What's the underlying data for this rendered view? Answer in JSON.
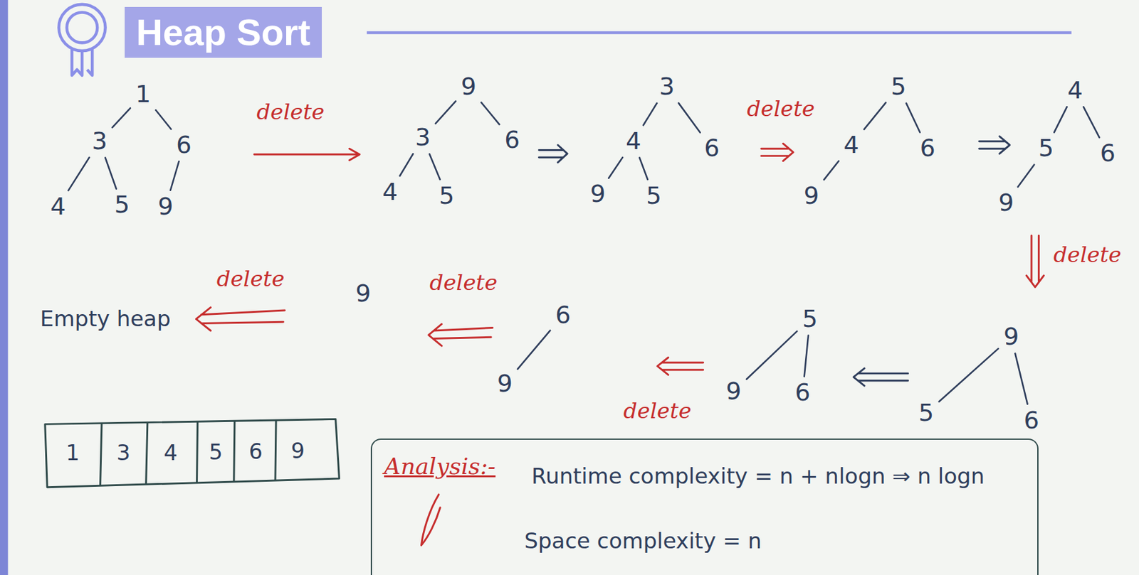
{
  "diagram": {
    "title": "Heap Sort",
    "nodes": [
      {
        "text": [
          "1"
        ]
      },
      {
        "text": [
          "3"
        ]
      },
      {
        "text": [
          "6"
        ]
      },
      {
        "text": [
          "4"
        ]
      },
      {
        "text": [
          "5"
        ]
      },
      {
        "text": [
          "9"
        ]
      },
      {
        "text": [
          "9"
        ]
      },
      {
        "text": [
          "3"
        ]
      },
      {
        "text": [
          "6"
        ]
      },
      {
        "text": [
          "4"
        ]
      },
      {
        "text": [
          "5"
        ]
      },
      {
        "text": [
          "3"
        ]
      },
      {
        "text": [
          "4"
        ]
      },
      {
        "text": [
          "6"
        ]
      },
      {
        "text": [
          "9"
        ]
      },
      {
        "text": [
          "5"
        ]
      },
      {
        "text": [
          "5"
        ]
      },
      {
        "text": [
          "4"
        ]
      },
      {
        "text": [
          "6"
        ]
      },
      {
        "text": [
          "9"
        ]
      },
      {
        "text": [
          "4"
        ]
      },
      {
        "text": [
          "5"
        ]
      },
      {
        "text": [
          "6"
        ]
      },
      {
        "text": [
          "9"
        ]
      },
      {
        "text": [
          "9"
        ]
      },
      {
        "text": [
          "6"
        ]
      },
      {
        "text": [
          "9"
        ]
      },
      {
        "text": [
          "5"
        ]
      },
      {
        "text": [
          "9"
        ]
      },
      {
        "text": [
          "6"
        ]
      },
      {
        "text": [
          "9"
        ]
      },
      {
        "text": [
          "5"
        ]
      },
      {
        "text": [
          "6"
        ]
      },
      {
        "text": [
          "Analysis:-",
          "Runtime complexity = n + nlogn ⇒ n logn",
          "Space complexity = n"
        ]
      }
    ],
    "edges": [
      {
        "from": 0,
        "to": 1,
        "arrow": "none"
      },
      {
        "from": 0,
        "to": 2,
        "arrow": "none"
      },
      {
        "from": 1,
        "to": 3,
        "arrow": "none"
      },
      {
        "from": 1,
        "to": 4,
        "arrow": "none"
      },
      {
        "from": 2,
        "to": 5,
        "arrow": "none"
      },
      {
        "from": 6,
        "to": 7,
        "arrow": "none"
      },
      {
        "from": 6,
        "to": 8,
        "arrow": "none"
      },
      {
        "from": 7,
        "to": 9,
        "arrow": "none"
      },
      {
        "from": 7,
        "to": 10,
        "arrow": "none"
      },
      {
        "from": 11,
        "to": 12,
        "arrow": "none"
      },
      {
        "from": 11,
        "to": 13,
        "arrow": "none"
      },
      {
        "from": 12,
        "to": 14,
        "arrow": "none"
      },
      {
        "from": 12,
        "to": 15,
        "arrow": "none"
      },
      {
        "from": 16,
        "to": 17,
        "arrow": "none"
      },
      {
        "from": 16,
        "to": 18,
        "arrow": "none"
      },
      {
        "from": 17,
        "to": 19,
        "arrow": "none"
      },
      {
        "from": 20,
        "to": 21,
        "arrow": "none"
      },
      {
        "from": 20,
        "to": 22,
        "arrow": "none"
      },
      {
        "from": 21,
        "to": 23,
        "arrow": "none"
      },
      {
        "from": 25,
        "to": 26,
        "arrow": "none"
      },
      {
        "from": 27,
        "to": 28,
        "arrow": "none"
      },
      {
        "from": 27,
        "to": 29,
        "arrow": "none"
      },
      {
        "from": 30,
        "to": 31,
        "arrow": "none"
      },
      {
        "from": 30,
        "to": 32,
        "arrow": "none"
      }
    ],
    "labels": [
      "delete",
      "delete",
      "delete",
      "Empty heap",
      "delete",
      "delete",
      "delete",
      "1",
      "3",
      "4",
      "5",
      "6",
      "9"
    ]
  }
}
